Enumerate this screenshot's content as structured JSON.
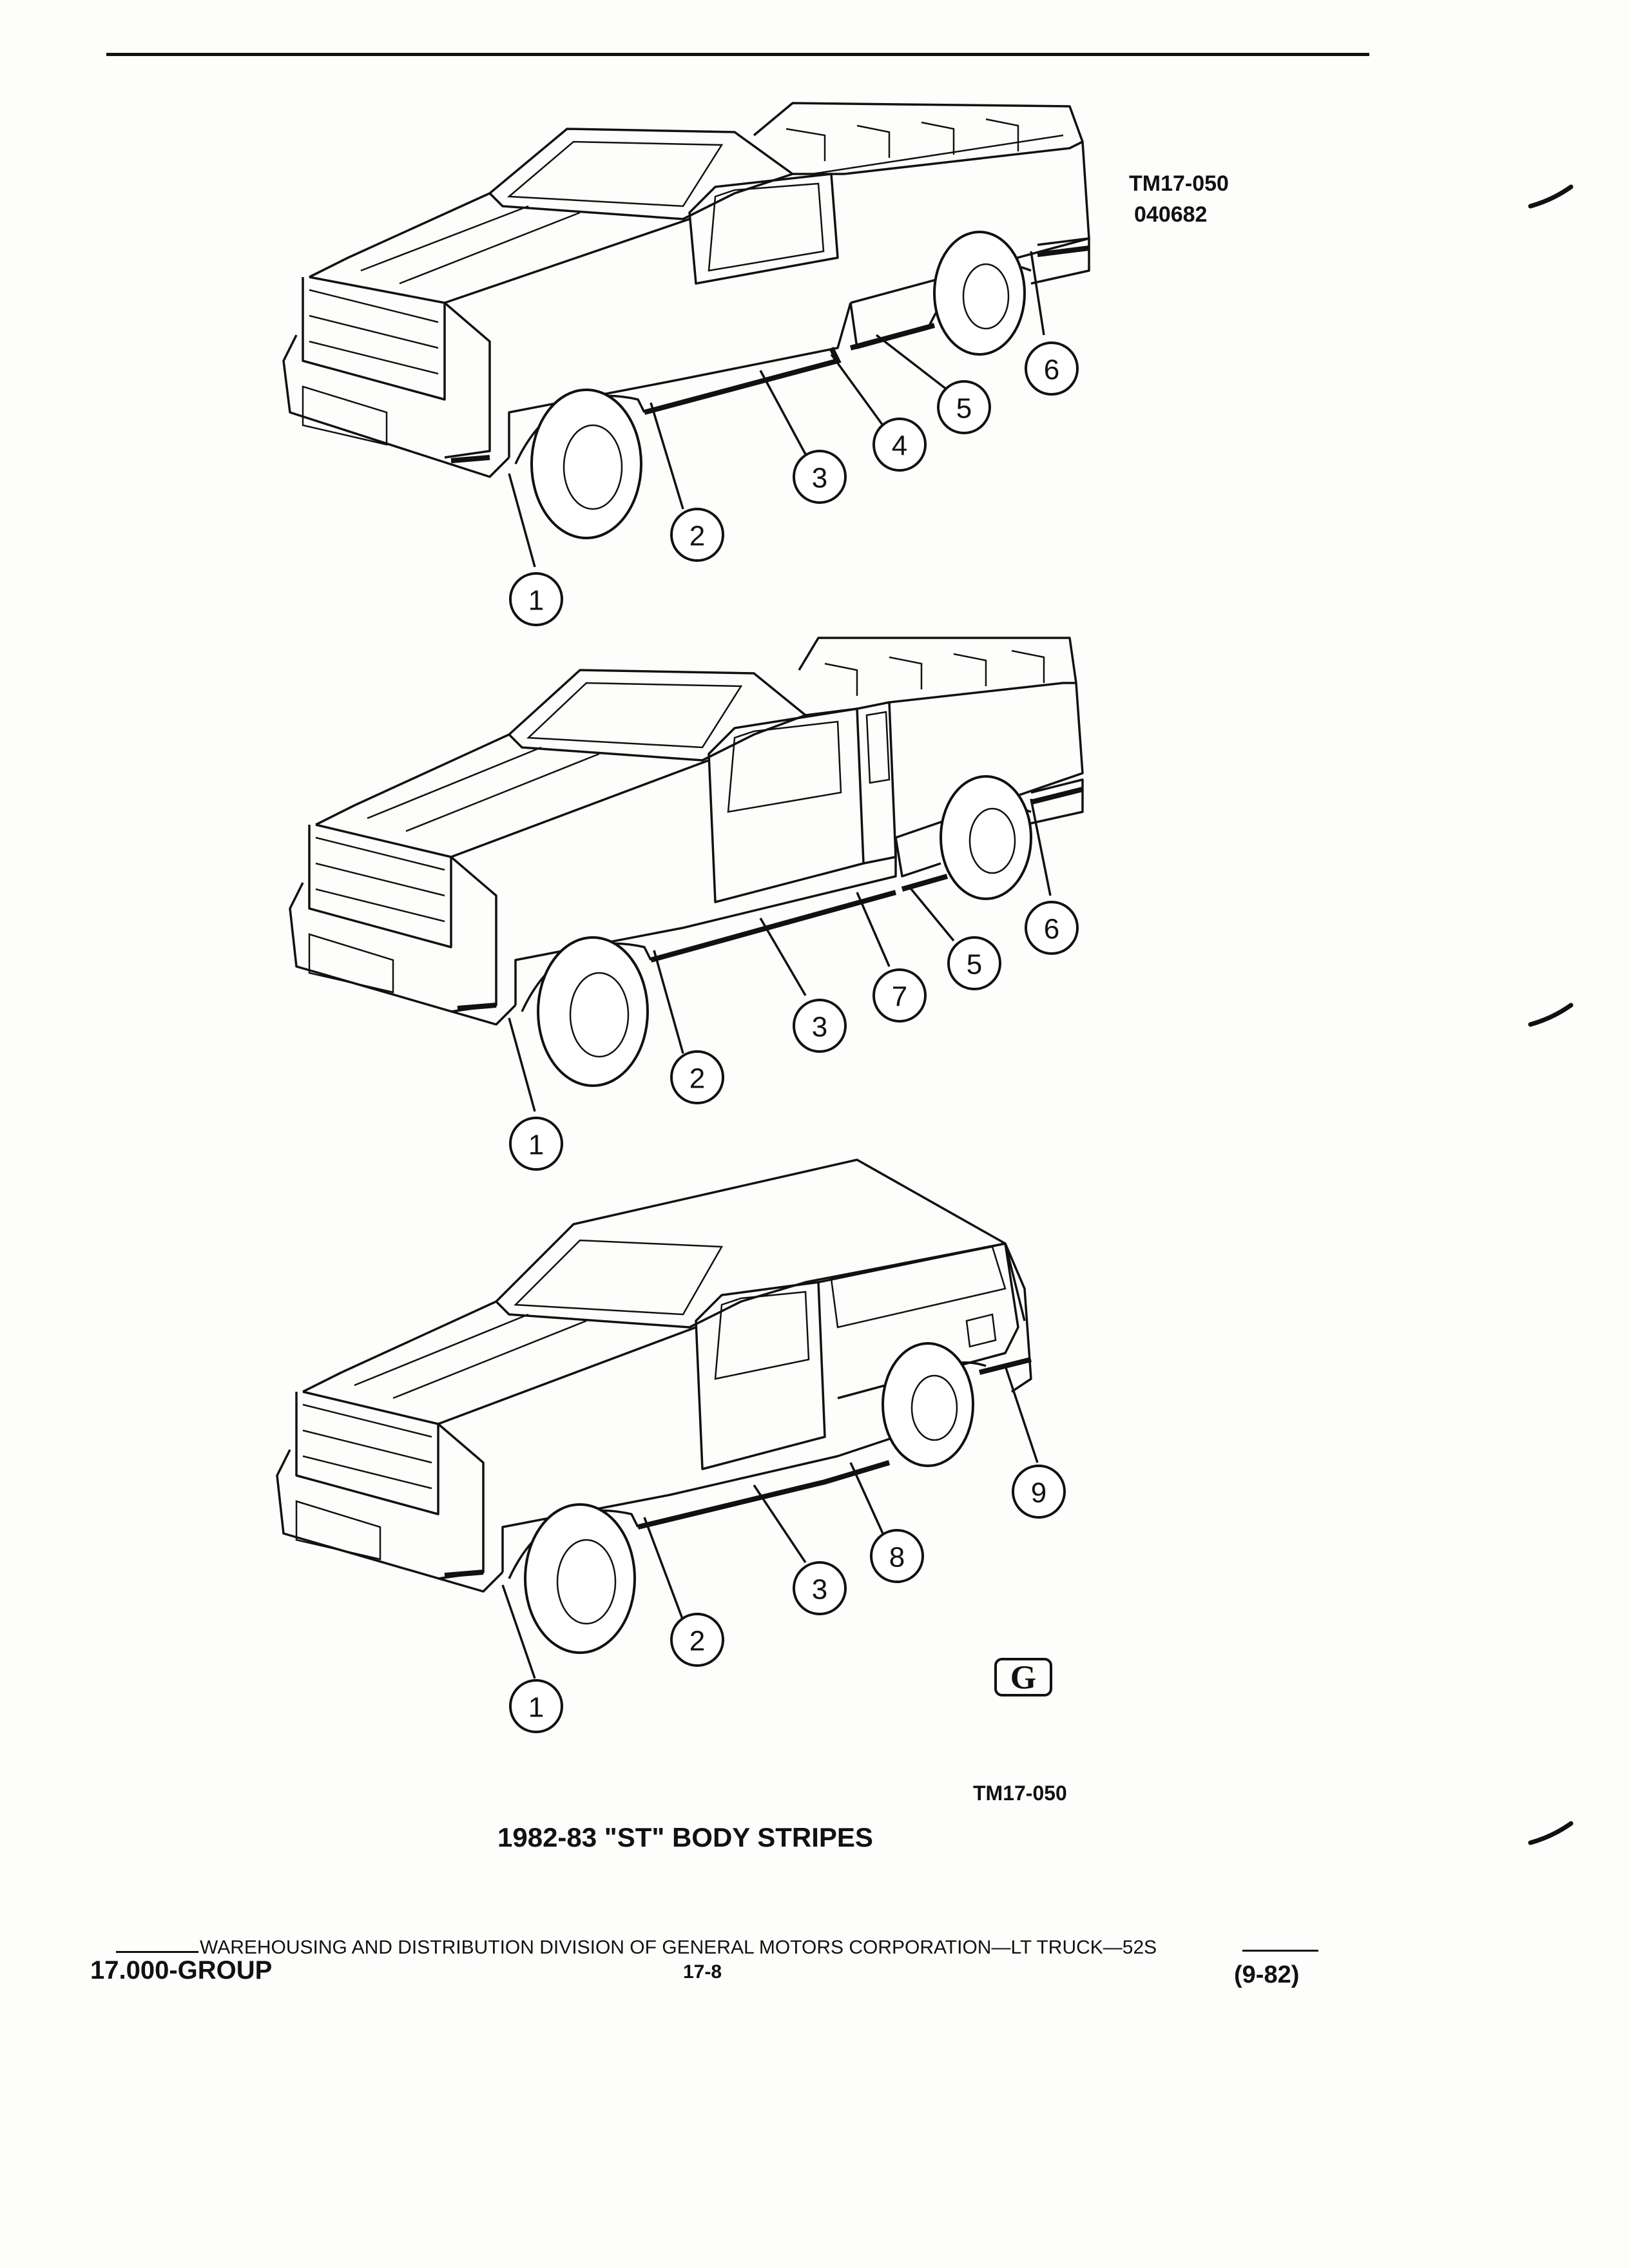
{
  "header": {
    "code": "TM17-050",
    "code_number": "040682"
  },
  "figure_code": "TM17-050",
  "title": "1982-83 \"ST\" BODY STRIPES",
  "logo_letter": "G",
  "footer": {
    "division_line": "WAREHOUSING AND DISTRIBUTION  DIVISION OF GENERAL MOTORS CORPORATION—LT TRUCK—52S",
    "group": "17.000-GROUP",
    "page": "17-8",
    "date": "(9-82)"
  },
  "illustrations": [
    {
      "label": "pickup-regular-cab",
      "callouts": [
        "1",
        "2",
        "3",
        "4",
        "5",
        "6"
      ]
    },
    {
      "label": "pickup-extended-cab",
      "callouts": [
        "1",
        "2",
        "3",
        "7",
        "5",
        "6"
      ]
    },
    {
      "label": "blazer",
      "callouts": [
        "1",
        "2",
        "3",
        "8",
        "9"
      ]
    }
  ]
}
